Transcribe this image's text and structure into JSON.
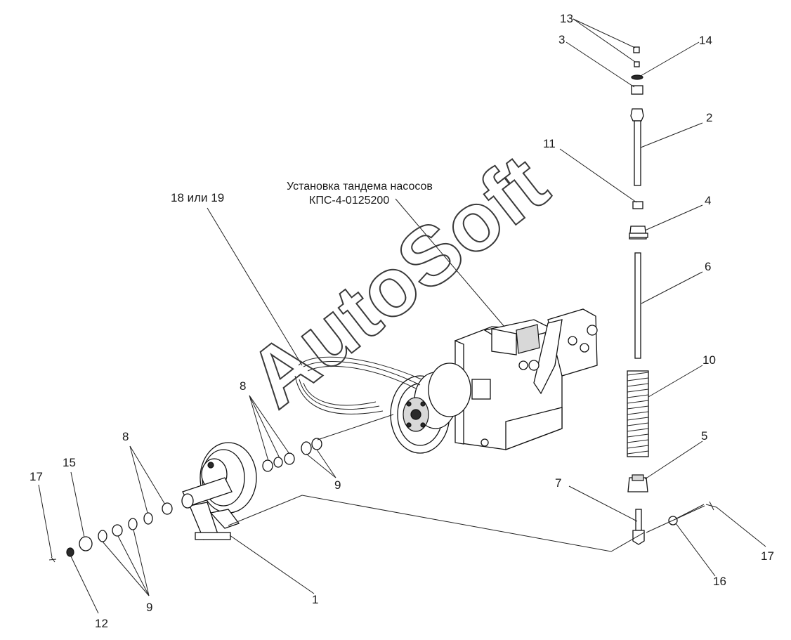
{
  "diagram": {
    "caption_line1": "Установка тандема насосов",
    "caption_line2": "КПС-4-0125200",
    "watermark": "AutoSoft",
    "callouts": {
      "c13": "13",
      "c3": "3",
      "c14": "14",
      "c2": "2",
      "c11": "11",
      "c4": "4",
      "c6": "6",
      "c10": "10",
      "c5": "5",
      "c7": "7",
      "c16": "16",
      "c17_right": "17",
      "c17_left": "17",
      "c15": "15",
      "c12": "12",
      "c8_upper": "8",
      "c8_lower": "8",
      "c9_upper": "9",
      "c9_lower": "9",
      "c1": "1",
      "c18": "18 или 19"
    }
  }
}
